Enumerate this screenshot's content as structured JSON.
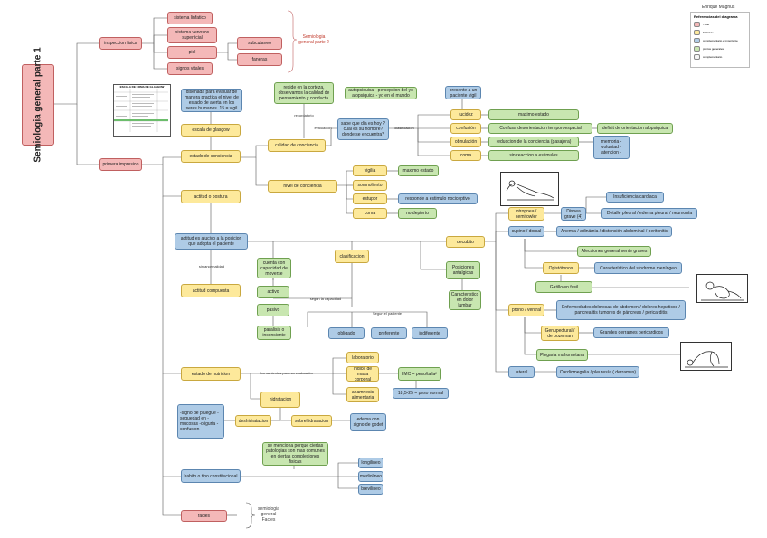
{
  "header": {
    "author": "Enrique Magnus"
  },
  "title": "Semiologia general parte 1",
  "legend": {
    "title": "Referencias del diagrama",
    "items": [
      {
        "label": "Titulo",
        "color": "#f4b8b8"
      },
      {
        "label": "Subtitulo",
        "color": "#fde99b"
      },
      {
        "label": "complementario e importante",
        "color": "#aecbe6"
      },
      {
        "label": "puntos generales",
        "color": "#c8e6b0"
      },
      {
        "label": "complementario",
        "color": "#f5f5f5"
      }
    ]
  },
  "inspeccion": {
    "label": "inspeccion fisica",
    "items": [
      "sistema linfatico",
      "sistema venosos superficial",
      "piel",
      "signos vitales"
    ],
    "piel": [
      "subcutaneo",
      "faneras"
    ],
    "see_also": "Semiologia general parte 2"
  },
  "primera": {
    "label": "primera impresion",
    "estado_conciencia": "estado de conciencia",
    "glasgow": "escala de glasgow",
    "glasgow_desc": "diseñada para evaluar de manera practica el nivel de estado de alerta en los seres humanos. 15 = vigil",
    "glasgow_table_title": "ESCALA DE COMA DE GLASGOW",
    "calidad": "calidad de conciencia",
    "reside": "reside en la corteza, observamos la calidad de pensamiento y conducta",
    "autopsiquica": "autopsiquica - percepcion del yo alopsiquica - yo en el mundo",
    "recordatorio": "recordatorio",
    "evaluacion": "evaluacion",
    "preguntas": "sabe que dia es hoy ? cual es su nombre? donde se encuentra?",
    "clasificacion_lbl": "clasificacion",
    "presente_vigil": "presente a un paciente vigil",
    "calidad_items": [
      {
        "k": "lucidez",
        "v": "maximo estado"
      },
      {
        "k": "confusión",
        "v": "Confusa desorientacion temporoespacial",
        "extra": "deficit de orientacion alopsiquica"
      },
      {
        "k": "obnulación",
        "v": "reduccion de la conciencia (pasajera)",
        "extra": "memoria - voluntad - atencion -"
      },
      {
        "k": "coma",
        "v": "sin reaccion a estimulos"
      }
    ],
    "nivel": "nivel de conciencia",
    "nivel_items": [
      {
        "k": "vigilia",
        "v": "maximo estado"
      },
      {
        "k": "somnoliento",
        "v": ""
      },
      {
        "k": "estupor",
        "v": "responde a estimulo nociceptivo"
      },
      {
        "k": "coma",
        "v": "no depierto"
      }
    ],
    "actitud": "actitud o postura",
    "actitud_def": "actitud es alucivo a la posicion que adopta el paciente",
    "sin_anormalidad": "sin anormalidad",
    "compuesta": "actitud compuesta",
    "clasificacion": "clasificacion",
    "cuenta_con": "cuenta con capacidad de moverse",
    "activo": "activo",
    "segun_capacidad": "segun la capacidad",
    "pasivo": "pasivo",
    "paralisis": "paralisis o inconsiente",
    "segun_paciente": "Segun el paciente",
    "tipos": [
      "obligado",
      "preferente",
      "indiferente"
    ],
    "posiciones": "Posiciones antalgicas",
    "caracteristico": "Caracteristico en dolor lumbar",
    "decubito": "decubito",
    "dec_items": {
      "dorsal": "otropnea / semifowler",
      "disnea": "Disnea grave (4)",
      "insuf": "Insuficiencia cardiaca",
      "detalle": "Detalle pleural / edema pleural / neumonía",
      "supino": "supino / dorsal",
      "anemia": "Anemia / adinámia / distensión abdominal / peritonitis",
      "afecciones": "Afecciones generalmente graves",
      "opist": "Opistótonos",
      "meningeo": "Característico del síndrome meníngeo",
      "gatillo": "Gatillo en fusil",
      "prono": "prono / ventral",
      "enfermedades": "Enfermedades dolorosas de abdomen / dolores hepaticos / pancrealitis tumores de páncreas / pericarditis",
      "genupectoral": "Genupectural / de bozeman",
      "derrames": "Grandes derrames pericardicos",
      "plegaria": "Plegaria mahometana",
      "lateral": "lateral",
      "cardiomegalia": "Cardiomegalia / pleuresía ( derrames)"
    },
    "nutricion": "estado de nutricion",
    "herramientas": "herramientas para su evaluación",
    "laboratorio": "laboratorio",
    "indice": "indice de masa corporal",
    "imc": "IMC = peso/talla²",
    "imc_normal": "18,5-25 = peso normal",
    "anamnesis": "anamnesis alimentaria",
    "hidratacion": "hidratacion",
    "deshidratacion": "deshidratacion",
    "signos_desh": "-signo de pluegue -sequedad en -mucosas -oliguria -confusion",
    "sobrehidratacion": "sobrehidratacion",
    "edema": "edema con signo de godet",
    "habito": "habito o tipo constitucional",
    "habito_desc": "se menciona porque ciertas patologias son mas comunes en ciertas complexiones fisicas",
    "habito_items": [
      "longilineo",
      "mediolineo",
      "brevilineo"
    ],
    "facies": "facies",
    "facies_ref": "semiologia general Facies"
  }
}
